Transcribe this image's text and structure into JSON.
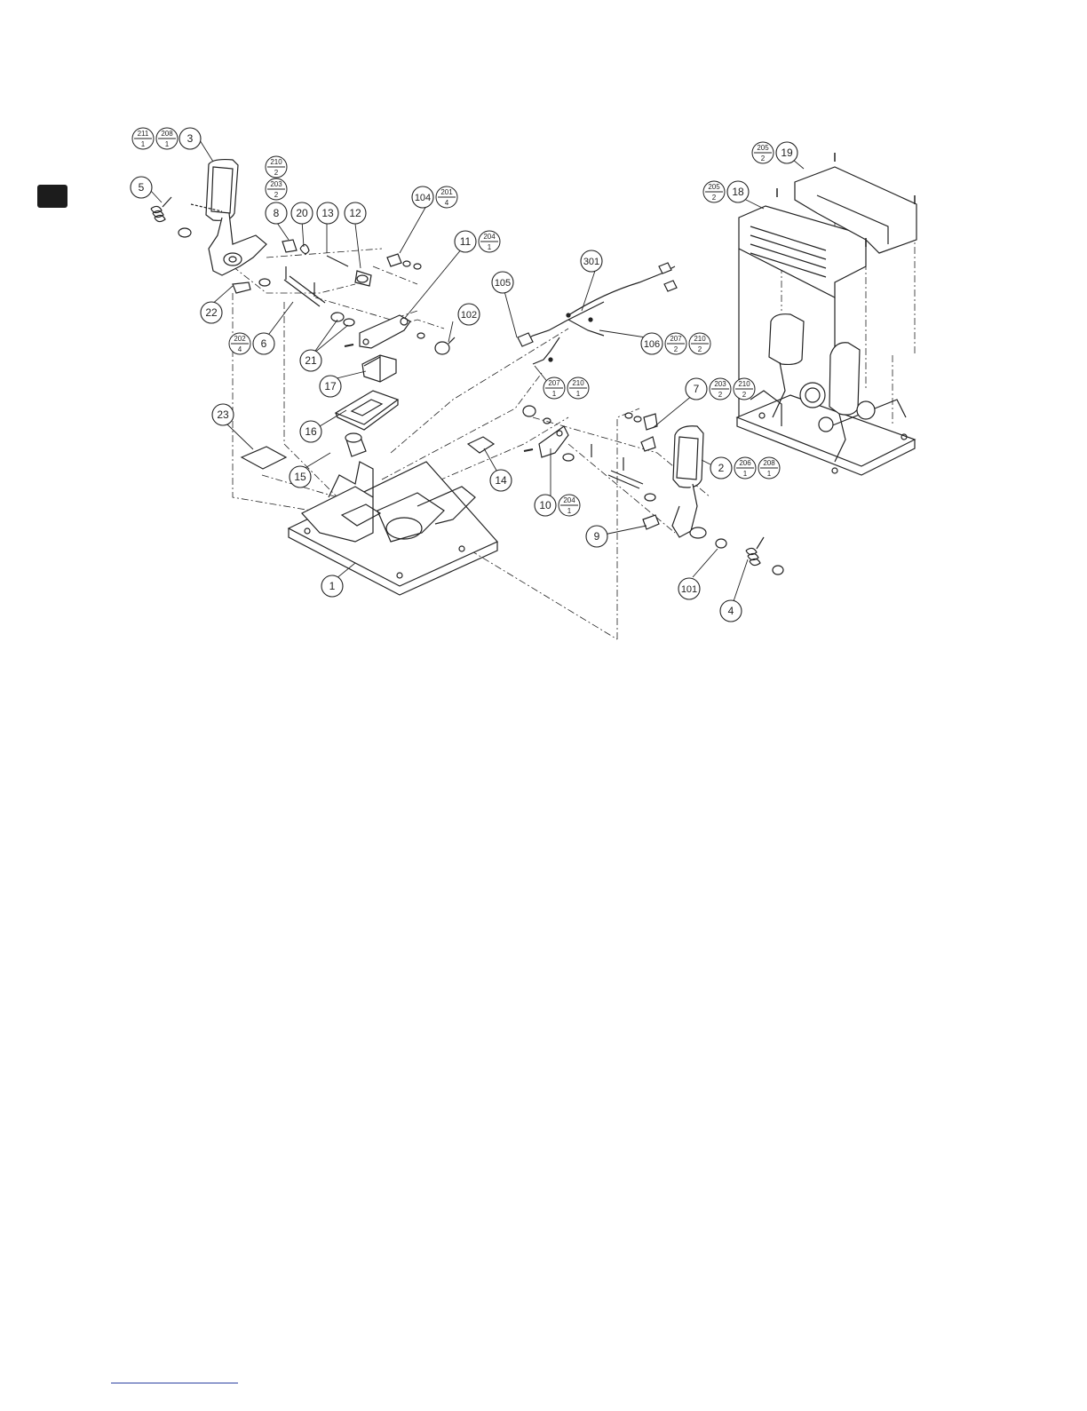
{
  "colors": {
    "line": "#222222",
    "fill": "#ffffff",
    "tab": "#1c1c1c",
    "footer_rule": "#2a3fa0"
  },
  "callouts": {
    "c1": "1",
    "c2": "2",
    "c3": "3",
    "c4": "4",
    "c5": "5",
    "c6": "6",
    "c7": "7",
    "c8": "8",
    "c9": "9",
    "c10": "10",
    "c11": "11",
    "c12": "12",
    "c13": "13",
    "c14": "14",
    "c15": "15",
    "c16": "16",
    "c17": "17",
    "c18": "18",
    "c19": "19",
    "c20": "20",
    "c21": "21",
    "c22": "22",
    "c23": "23",
    "c101": "101",
    "c102": "102",
    "c104": "104",
    "c105": "105",
    "c106": "106",
    "c301": "301"
  },
  "fractions": {
    "f211_1": {
      "top": "211",
      "bottom": "1"
    },
    "f208_1a": {
      "top": "208",
      "bottom": "1"
    },
    "f210_2a": {
      "top": "210",
      "bottom": "2"
    },
    "f203_2a": {
      "top": "203",
      "bottom": "2"
    },
    "f201_4": {
      "top": "201",
      "bottom": "4"
    },
    "f204_1a": {
      "top": "204",
      "bottom": "1"
    },
    "f202_4": {
      "top": "202",
      "bottom": "4"
    },
    "f207_2": {
      "top": "207",
      "bottom": "2"
    },
    "f210_2b": {
      "top": "210",
      "bottom": "2"
    },
    "f207_1": {
      "top": "207",
      "bottom": "1"
    },
    "f210_1": {
      "top": "210",
      "bottom": "1"
    },
    "f203_2b": {
      "top": "203",
      "bottom": "2"
    },
    "f210_2c": {
      "top": "210",
      "bottom": "2"
    },
    "f206_1": {
      "top": "206",
      "bottom": "1"
    },
    "f208_1b": {
      "top": "208",
      "bottom": "1"
    },
    "f204_1b": {
      "top": "204",
      "bottom": "1"
    },
    "f205_2a": {
      "top": "205",
      "bottom": "2"
    },
    "f205_2b": {
      "top": "205",
      "bottom": "2"
    }
  }
}
